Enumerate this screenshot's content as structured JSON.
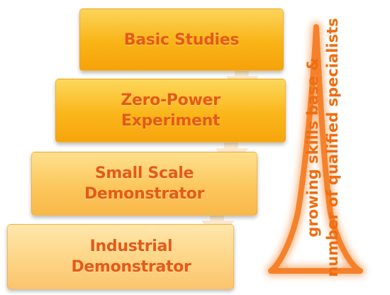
{
  "steps": [
    {
      "line1": "Basic Studies",
      "line2": ""
    },
    {
      "line1": "Zero-Power",
      "line2": "Experiment"
    },
    {
      "line1": "Small Scale",
      "line2": "Demonstrator"
    },
    {
      "line1": "Industrial",
      "line2": "Demonstrator"
    }
  ],
  "side_label": {
    "line1": "growing skills base &",
    "line2": "number of qualified specialists"
  },
  "colors": {
    "text": "#e55a16",
    "arrow": "#fdebd0",
    "glow": "#f47a1f"
  },
  "icons": [
    "down-arrow-icon",
    "triangle-glow-icon"
  ]
}
